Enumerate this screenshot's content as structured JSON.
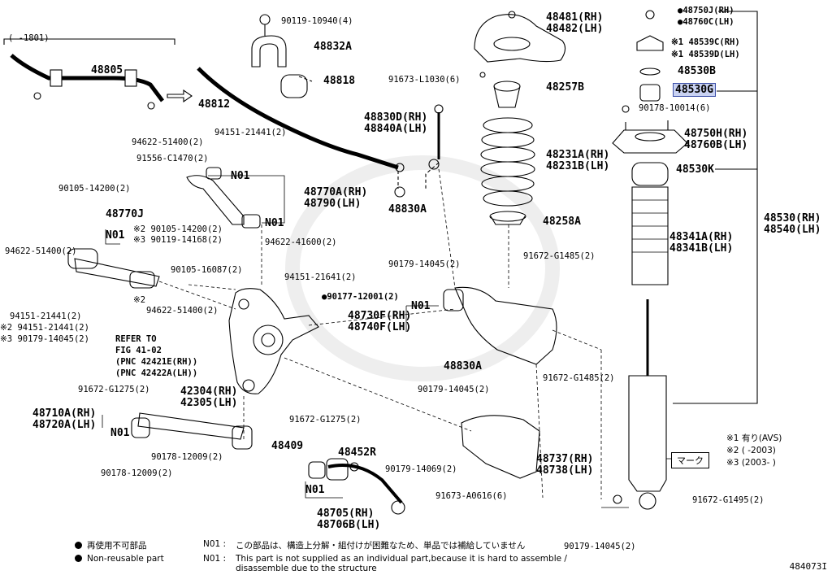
{
  "diagram_id": "484073I",
  "range_label": "(   -1801)",
  "highlighted_part": "48530G",
  "labels": {
    "p48805": "48805",
    "p48812": "48812",
    "p90119_10940": "90119-10940(4)",
    "p48832A": "48832A",
    "p48818": "48818",
    "p91673_L1030": "91673-L1030(6)",
    "p48481": "48481(RH)",
    "p48482": "48482(LH)",
    "p48257B": "48257B",
    "p48750J": "●48750J(RH)",
    "p48760C": "●48760C(LH)",
    "p48539C": "※1 48539C(RH)",
    "p48539D": "※1 48539D(LH)",
    "p48530B": "48530B",
    "p48530G": "48530G",
    "p90178_10014": "90178-10014(6)",
    "p48750H": "48750H(RH)",
    "p48760B": "48760B(LH)",
    "p48530K": "48530K",
    "p48530RH": "48530(RH)",
    "p48540LH": "48540(LH)",
    "p48341A": "48341A(RH)",
    "p48341B": "48341B(LH)",
    "p48830D": "48830D(RH)",
    "p48840A": "48840A(LH)",
    "p48231A": "48231A(RH)",
    "p48231B": "48231B(LH)",
    "p48830A_top": "48830A",
    "p48258A": "48258A",
    "p94622_51400_top": "94622-51400(2)",
    "p94151_21441_top": "94151-21441(2)",
    "p91556_C1470": "91556-C1470(2)",
    "p90105_14200_a": "90105-14200(2)",
    "pN01_a": "N01",
    "p48770A": "48770A(RH)",
    "p48790": "48790(LH)",
    "pN01_b": "N01",
    "p48770J": "48770J",
    "pN01_c": "N01",
    "p90105_14200_b": "※2 90105-14200(2)",
    "p90119_14168": "※3 90119-14168(2)",
    "p94622_41600": "94622-41600(2)",
    "p94622_51400_left": "94622-51400(2)",
    "p90105_16087": "90105-16087(2)",
    "p94151_21641": "94151-21641(2)",
    "p90179_14045_mid": "90179-14045(2)",
    "p91672_G1485_a": "91672-G1485(2)",
    "p90177_12001": "●90177-12001(2)",
    "pN01_d": "N01",
    "p48730F": "48730F(RH)",
    "p48740F": "48740F(LH)",
    "p94151_21441_left": "94151-21441(2)",
    "p94151_21441_x2": "※2 94151-21441(2)",
    "p90179_14045_x3": "※3 90179-14045(2)",
    "p94622_51400_x2": "※2",
    "p94622_51400_b": "94622-51400(2)",
    "refer1": "REFER TO",
    "refer2": "FIG 41-02",
    "refer3": "(PNC 42421E(RH))",
    "refer4": "(PNC 42422A(LH))",
    "p48830A_mid": "48830A",
    "p91672_G1485_b": "91672-G1485(2)",
    "p90179_14045_low": "90179-14045(2)",
    "p91672_G1275_a": "91672-G1275(2)",
    "p42304": "42304(RH)",
    "p42305": "42305(LH)",
    "p48710A": "48710A(RH)",
    "p48720A": "48720A(LH)",
    "pN01_e": "N01",
    "p91672_G1275_b": "91672-G1275(2)",
    "p90178_12009_a": "90178-12009(2)",
    "p90178_12009_b": "90178-12009(2)",
    "p48409": "48409",
    "p48452R": "48452R",
    "p90179_14069": "90179-14069(2)",
    "pN01_f": "N01",
    "p48705": "48705(RH)",
    "p48706B": "48706B(LH)",
    "p48737": "48737(RH)",
    "p48738": "48738(LH)",
    "p91673_A0616": "91673-A0616(6)",
    "p91672_G1495": "91672-G1495(2)",
    "p90179_14045_bot": "90179-14045(2)",
    "mark": "マーク"
  },
  "notes": {
    "n1": "※1 有り(AVS)",
    "n2": "※2 (    -2003)",
    "n3": "※3 (2003-    )"
  },
  "legend": {
    "jp_nonreusable": "再使用不可部品",
    "en_nonreusable": "Non-reusable part",
    "n01_code": "N01 :",
    "n01_jp": "この部品は、構造上分解・組付けが困難なため、単品では補給していません",
    "n01_code2": "N01 :",
    "n01_en1": "This part is not supplied as an individual part,because it is hard to assemble /",
    "n01_en2": "disassemble due to the structure"
  },
  "colors": {
    "highlight_bg": "#c9d2f2",
    "highlight_border": "#3b4fa8",
    "ink": "#000000"
  }
}
